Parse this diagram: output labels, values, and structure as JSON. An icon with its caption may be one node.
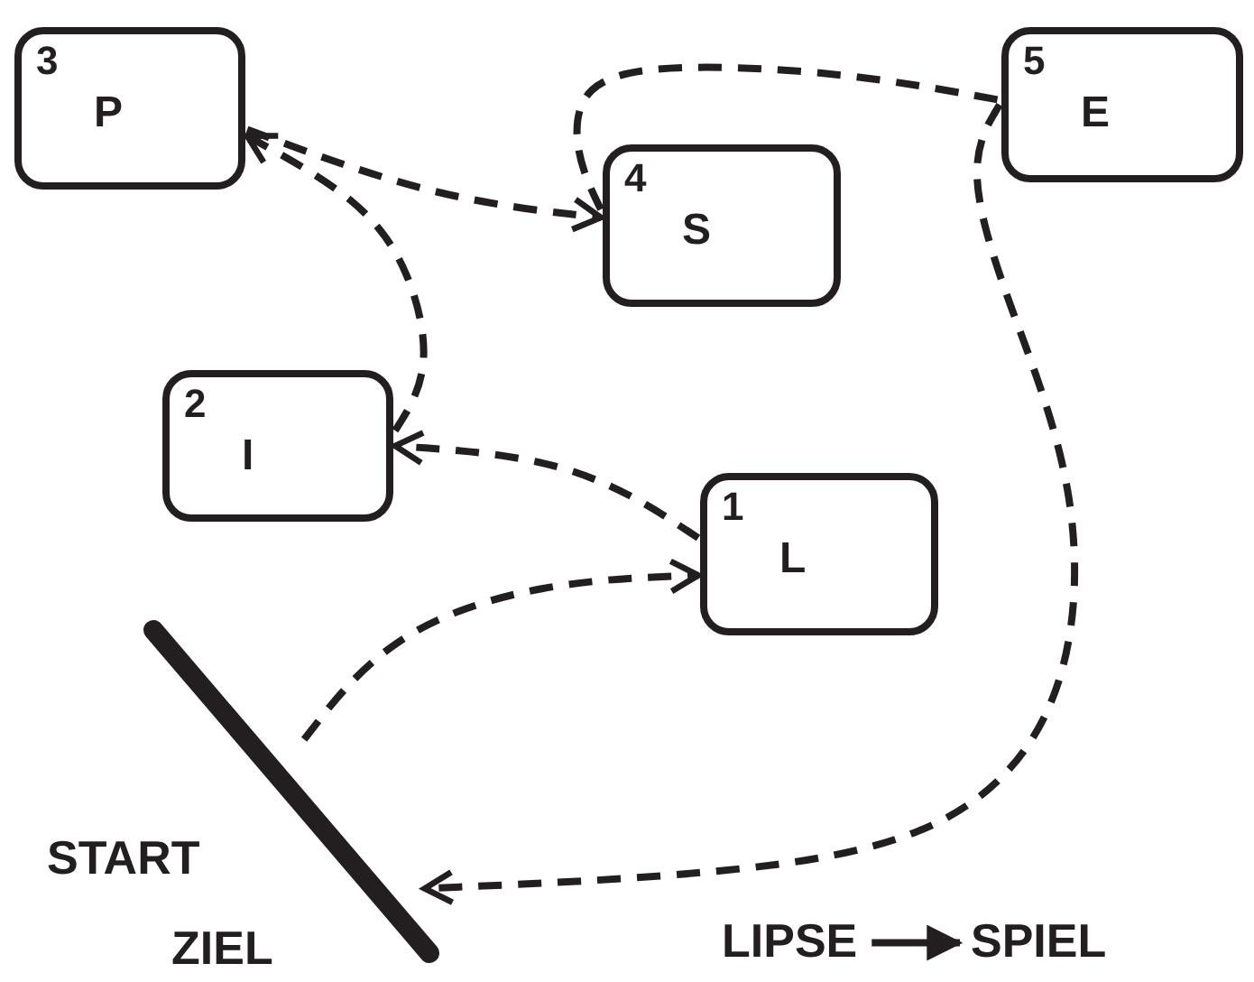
{
  "diagram": {
    "nodes": [
      {
        "text": [
          "3",
          "P"
        ]
      },
      {
        "text": [
          "5",
          "E"
        ]
      },
      {
        "text": [
          "4",
          "S"
        ]
      },
      {
        "text": [
          "2",
          "I"
        ]
      },
      {
        "text": [
          "1",
          "L"
        ]
      },
      {
        "text": [],
        "shape": "bar"
      },
      {
        "text": [
          "LIPSE"
        ]
      },
      {
        "text": [
          "SPIEL"
        ]
      }
    ],
    "edges": [
      {
        "from": 5,
        "to": 4,
        "arrow": "to",
        "style": "dashed"
      },
      {
        "from": 4,
        "to": 3,
        "arrow": "to",
        "style": "dashed"
      },
      {
        "from": 3,
        "to": 0,
        "arrow": "to",
        "style": "dashed"
      },
      {
        "from": 0,
        "to": 2,
        "arrow": "to",
        "style": "dashed"
      },
      {
        "from": 2,
        "to": 1,
        "arrow": "none",
        "style": "dashed"
      },
      {
        "from": 1,
        "to": 5,
        "arrow": "to",
        "style": "dashed"
      },
      {
        "from": 6,
        "to": 7,
        "arrow": "to"
      }
    ],
    "labels": [
      "START",
      "ZIEL"
    ]
  }
}
